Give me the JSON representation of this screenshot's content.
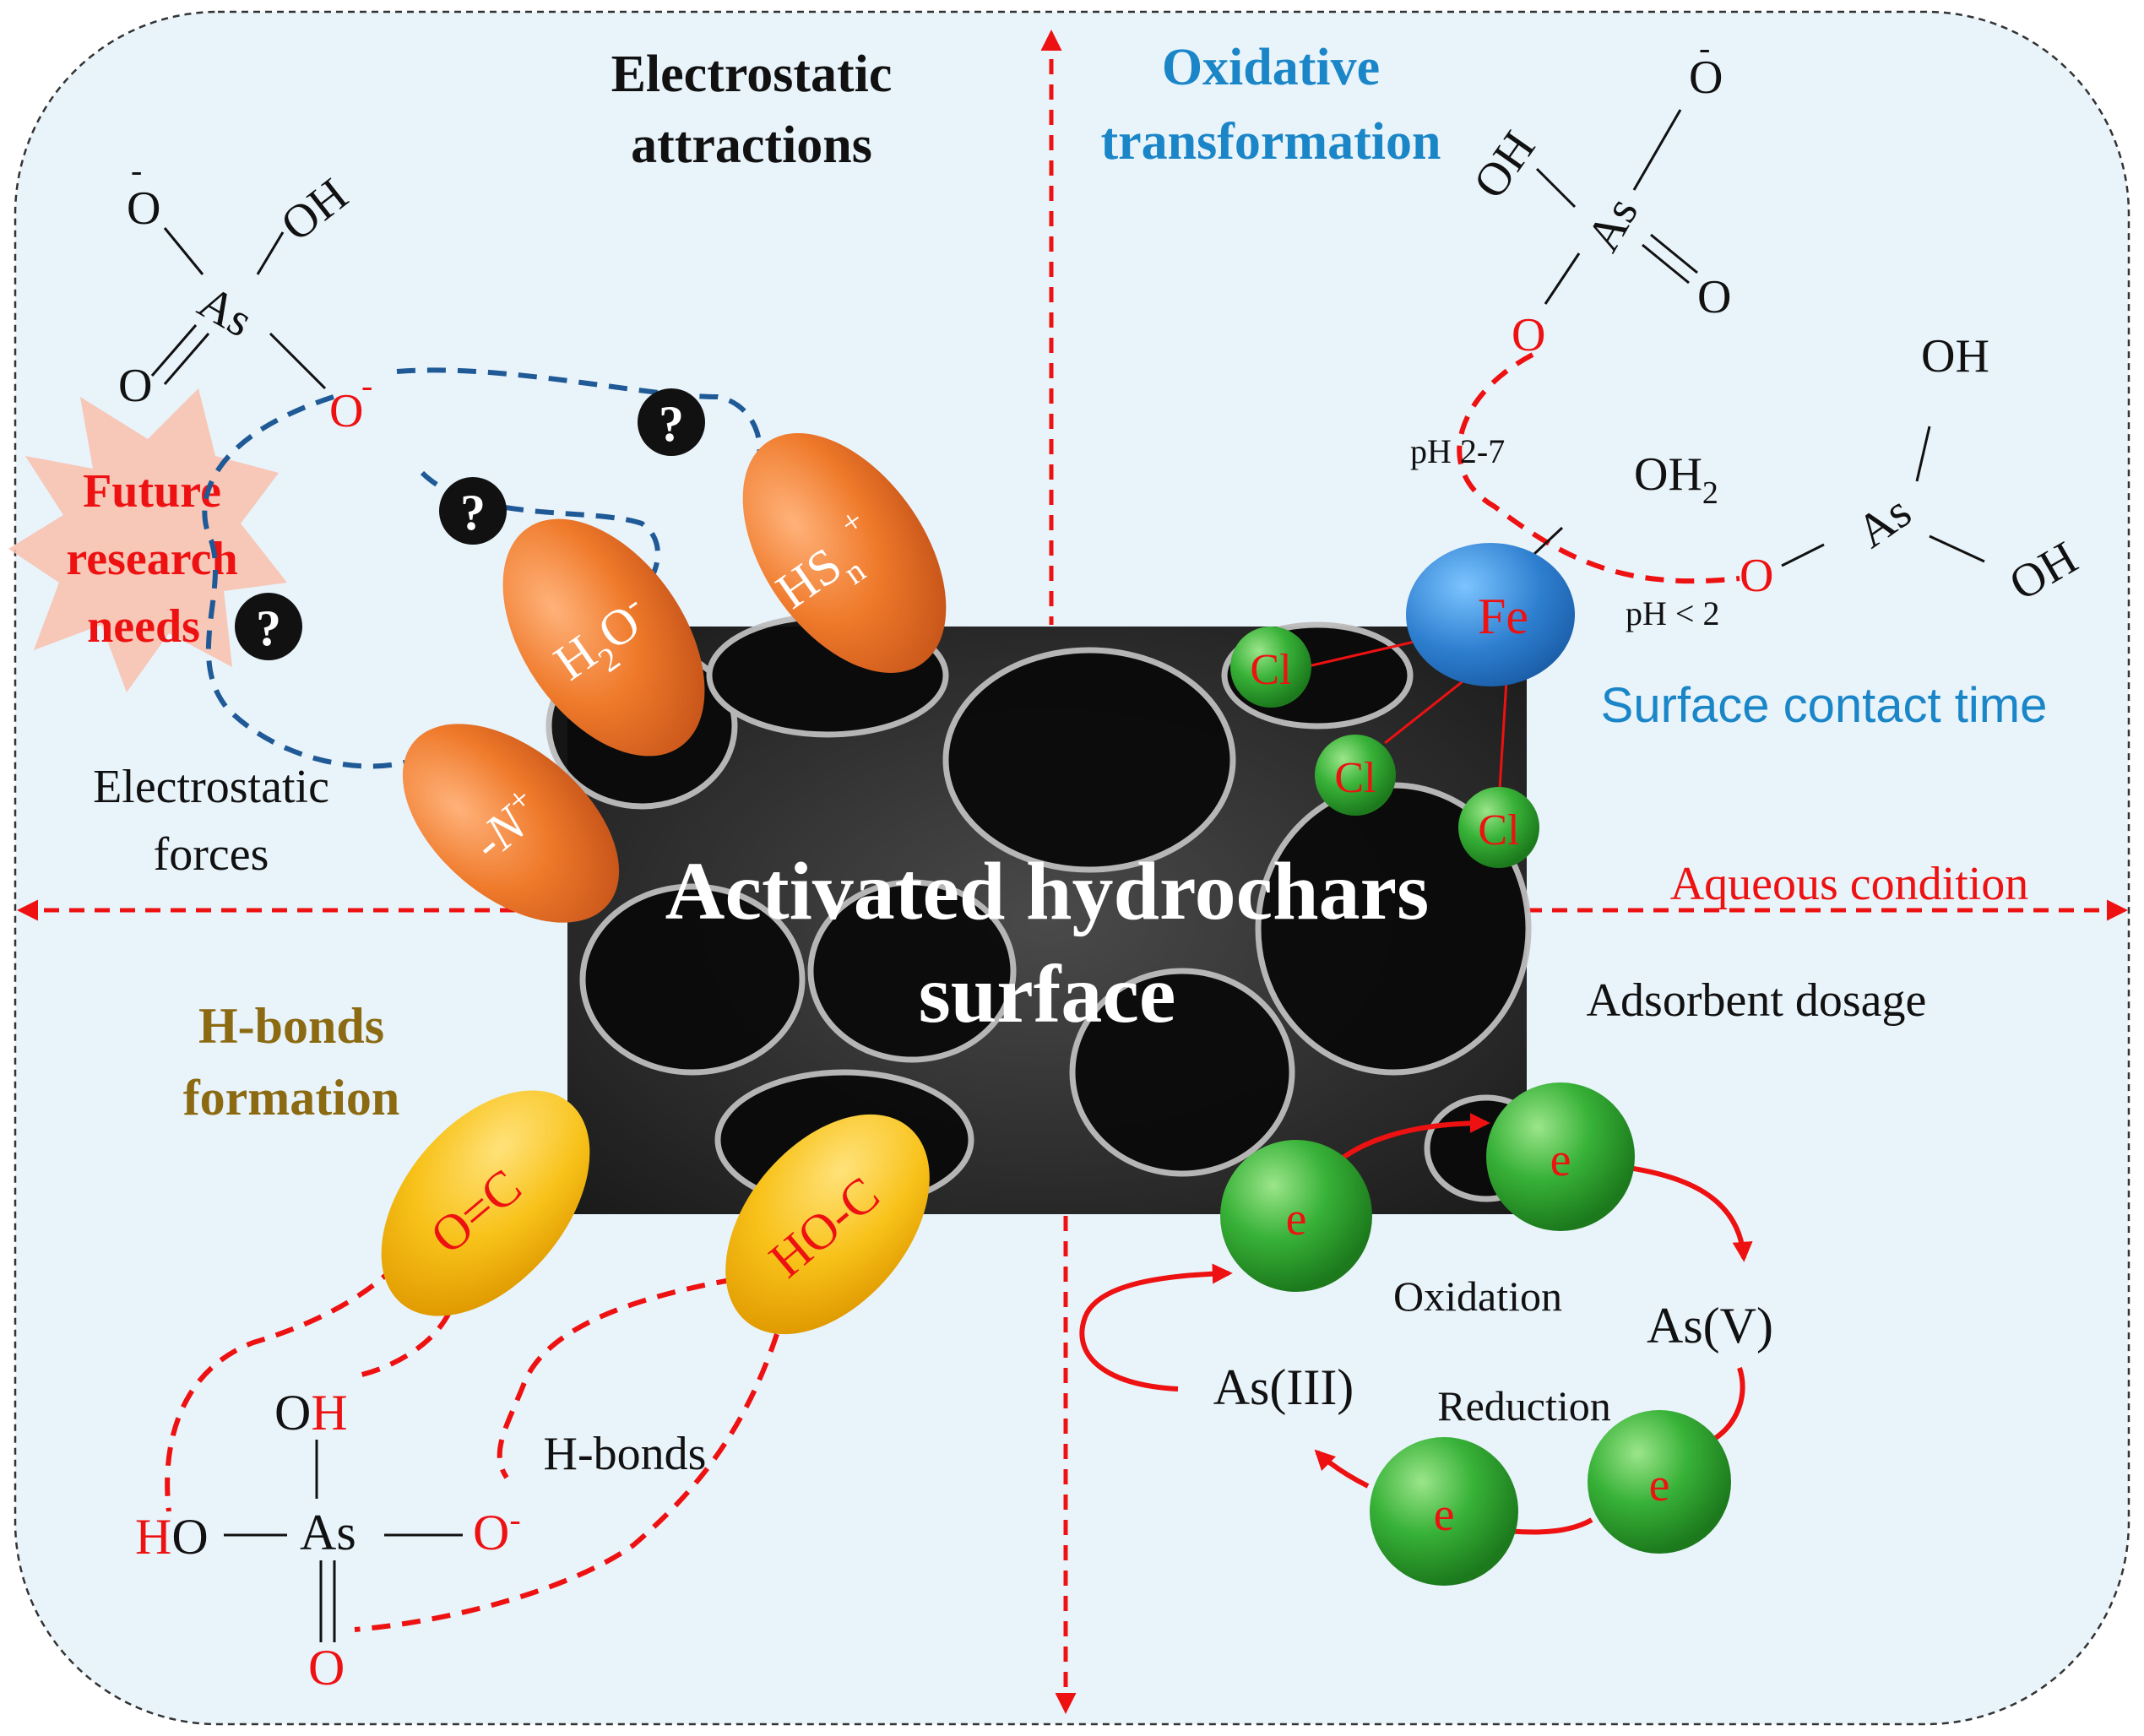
{
  "colors": {
    "panel": "#e8f3fa",
    "red": "#ee1111",
    "blue_dash": "#1f5a96",
    "orange": "#ef7a2b",
    "yellow": "#f4b400",
    "green": "#2aa12a",
    "fe_blue": "#2e7fd0",
    "heading_blue": "#1a86c8",
    "heading_gold": "#8b6a12"
  },
  "center": {
    "line1": "Activated hydrochars",
    "line2": "surface"
  },
  "quadrants": {
    "electrostatic": {
      "title_line1": "Electrostatic",
      "title_line2": "attractions",
      "forces_line1": "Electrostatic",
      "forces_line2": "forces",
      "future_line1": "Future",
      "future_line2": "research",
      "future_line3": "needs",
      "question_mark": "?",
      "groups": {
        "hs": "HS",
        "hs_sub": "n",
        "hs_sup": "+",
        "h2o_h": "H",
        "h2o_sub": "2",
        "h2o_o": "O",
        "h2o_sup": "-",
        "n": "-N",
        "n_sup": "+"
      },
      "molecule": {
        "o_minus_top": "O",
        "minus": "-",
        "oh": "OH",
        "as": "As",
        "o_double": "O",
        "o_bridge": "O"
      }
    },
    "oxidative": {
      "title_line1": "Oxidative",
      "title_line2": "transformation",
      "contact_time": "Surface contact time",
      "ph_1": "pH 2-7",
      "ph_2": "pH < 2",
      "fe": "Fe",
      "cl": "Cl",
      "oh2": "OH",
      "oh2_sub": "2",
      "molecule_top": {
        "oh": "OH",
        "as": "As",
        "o_minus": "O",
        "minus": "-",
        "o_double": "O",
        "o_bridge": "O"
      },
      "molecule_right": {
        "oh_top": "OH",
        "as": "As",
        "oh_right": "OH",
        "o_bridge": "O"
      }
    },
    "aqueous": {
      "label": "Aqueous condition",
      "dosage": "Adsorbent dosage",
      "electron": "e",
      "oxidation": "Oxidation",
      "reduction": "Reduction",
      "as_v": "As(V)",
      "as_iii": "As(III)"
    },
    "hbonds": {
      "title_line1": "H-bonds",
      "title_line2": "formation",
      "label": "H-bonds",
      "oc": "O=C",
      "hoc": "HO-C",
      "molecule": {
        "oh_o": "O",
        "oh_h": "H",
        "ho_h": "H",
        "ho_o": "O",
        "as": "As",
        "o_minus": "O",
        "minus": "-",
        "o_double": "O"
      }
    }
  }
}
